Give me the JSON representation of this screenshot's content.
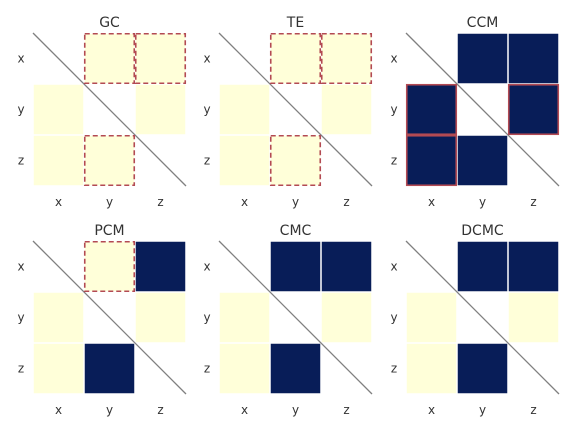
{
  "chart_data": {
    "type": "heatmap",
    "colors": {
      "low": "#ffffd9",
      "high": "#081d58",
      "highlight": "#b34a53",
      "diagonal": "#808080"
    },
    "panels": [
      {
        "title": "GC",
        "x_labels": [
          "x",
          "y",
          "z"
        ],
        "y_labels": [
          "x",
          "y",
          "z"
        ],
        "values": [
          [
            null,
            0,
            0
          ],
          [
            0,
            null,
            0
          ],
          [
            0,
            0,
            null
          ]
        ],
        "highlight": [
          [
            false,
            true,
            true
          ],
          [
            false,
            false,
            false
          ],
          [
            false,
            true,
            false
          ]
        ],
        "highlight_style": "dashed"
      },
      {
        "title": "TE",
        "x_labels": [
          "x",
          "y",
          "z"
        ],
        "y_labels": [
          "x",
          "y",
          "z"
        ],
        "values": [
          [
            null,
            0,
            0
          ],
          [
            0,
            null,
            0
          ],
          [
            0,
            0,
            null
          ]
        ],
        "highlight": [
          [
            false,
            true,
            true
          ],
          [
            false,
            false,
            false
          ],
          [
            false,
            true,
            false
          ]
        ],
        "highlight_style": "dashed"
      },
      {
        "title": "CCM",
        "x_labels": [
          "x",
          "y",
          "z"
        ],
        "y_labels": [
          "x",
          "y",
          "z"
        ],
        "values": [
          [
            null,
            1,
            1
          ],
          [
            1,
            null,
            1
          ],
          [
            1,
            1,
            null
          ]
        ],
        "highlight": [
          [
            false,
            false,
            false
          ],
          [
            true,
            false,
            true
          ],
          [
            true,
            false,
            false
          ]
        ],
        "highlight_style": "solid"
      },
      {
        "title": "PCM",
        "x_labels": [
          "x",
          "y",
          "z"
        ],
        "y_labels": [
          "x",
          "y",
          "z"
        ],
        "values": [
          [
            null,
            0,
            1
          ],
          [
            0,
            null,
            0
          ],
          [
            0,
            1,
            null
          ]
        ],
        "highlight": [
          [
            false,
            true,
            false
          ],
          [
            false,
            false,
            false
          ],
          [
            false,
            false,
            false
          ]
        ],
        "highlight_style": "dashed"
      },
      {
        "title": "CMC",
        "x_labels": [
          "x",
          "y",
          "z"
        ],
        "y_labels": [
          "x",
          "y",
          "z"
        ],
        "values": [
          [
            null,
            1,
            1
          ],
          [
            0,
            null,
            0
          ],
          [
            0,
            1,
            null
          ]
        ],
        "highlight": [
          [
            false,
            false,
            false
          ],
          [
            false,
            false,
            false
          ],
          [
            false,
            false,
            false
          ]
        ],
        "highlight_style": "none"
      },
      {
        "title": "DCMC",
        "x_labels": [
          "x",
          "y",
          "z"
        ],
        "y_labels": [
          "x",
          "y",
          "z"
        ],
        "values": [
          [
            null,
            1,
            1
          ],
          [
            0,
            null,
            0
          ],
          [
            0,
            1,
            null
          ]
        ],
        "highlight": [
          [
            false,
            false,
            false
          ],
          [
            false,
            false,
            false
          ],
          [
            false,
            false,
            false
          ]
        ],
        "highlight_style": "none"
      }
    ]
  }
}
